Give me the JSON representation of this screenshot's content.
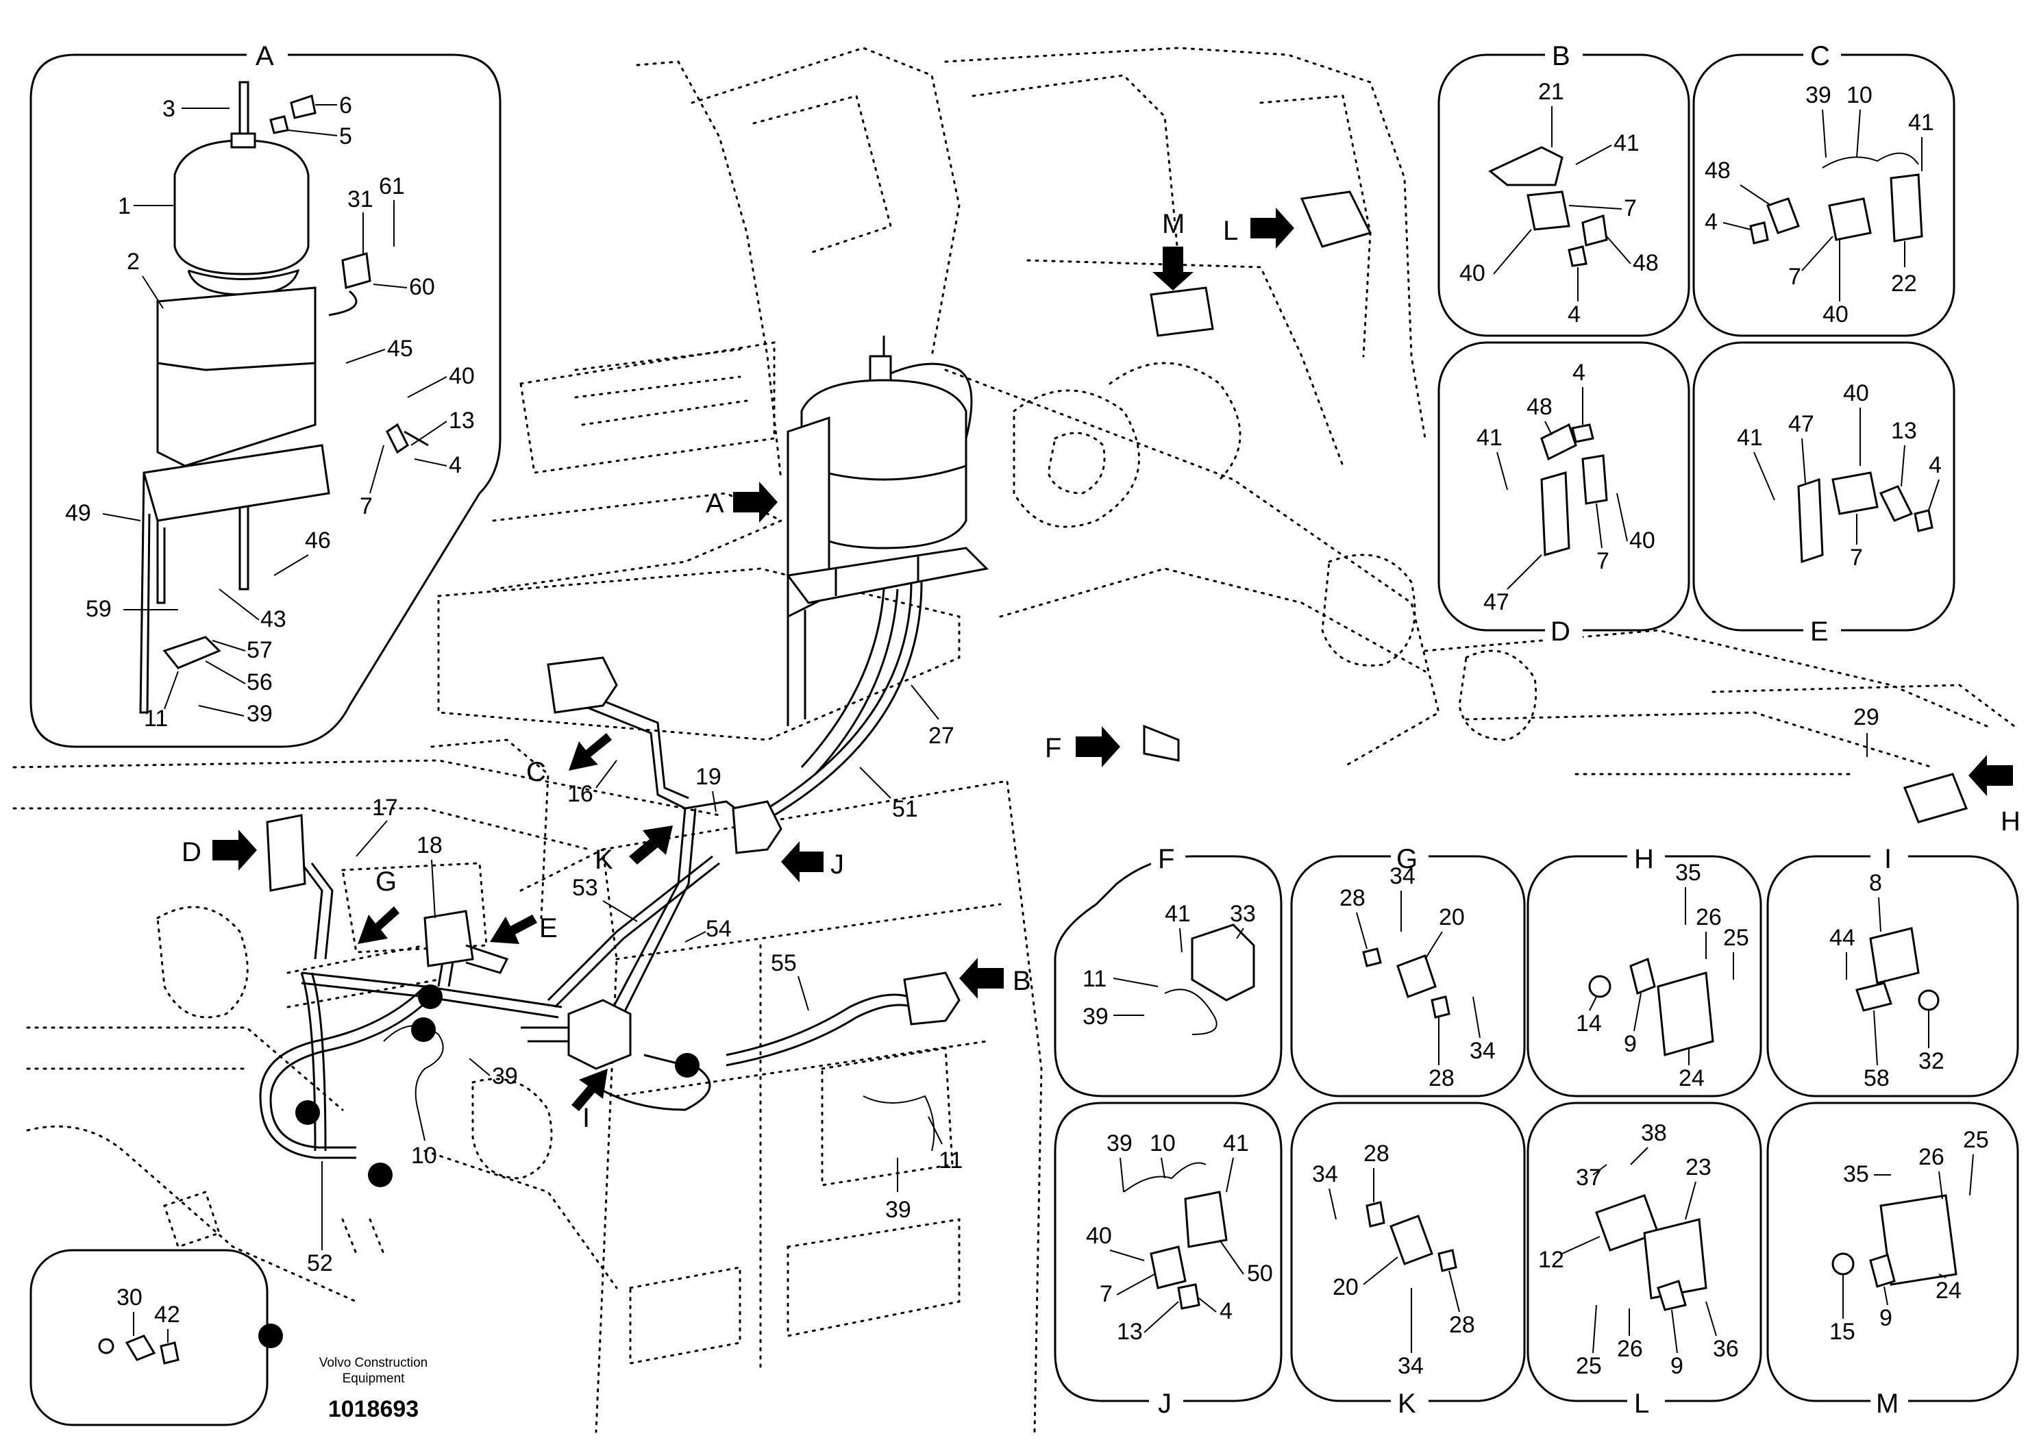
{
  "panels": [
    {
      "letter": "A"
    },
    {
      "letter": "B"
    },
    {
      "letter": "C"
    },
    {
      "letter": "D"
    },
    {
      "letter": "E"
    },
    {
      "letter": "F"
    },
    {
      "letter": "G"
    },
    {
      "letter": "H"
    },
    {
      "letter": "I"
    },
    {
      "letter": "J"
    },
    {
      "letter": "K"
    },
    {
      "letter": "L"
    },
    {
      "letter": "M"
    }
  ],
  "main_arrows": [
    "A",
    "B",
    "C",
    "D",
    "E",
    "F",
    "G",
    "H",
    "I",
    "J",
    "K",
    "L",
    "M"
  ],
  "callouts": {
    "panel_a": [
      "3",
      "6",
      "5",
      "1",
      "31",
      "61",
      "2",
      "60",
      "45",
      "40",
      "13",
      "4",
      "7",
      "49",
      "46",
      "59",
      "43",
      "57",
      "56",
      "11",
      "39"
    ],
    "panel_b": [
      "21",
      "41",
      "7",
      "40",
      "48",
      "4"
    ],
    "panel_c": [
      "39",
      "10",
      "41",
      "48",
      "4",
      "7",
      "22",
      "40"
    ],
    "panel_d": [
      "48",
      "4",
      "41",
      "40",
      "7",
      "47"
    ],
    "panel_e": [
      "41",
      "47",
      "40",
      "13",
      "4",
      "7"
    ],
    "panel_f": [
      "41",
      "33",
      "11",
      "39"
    ],
    "panel_g": [
      "28",
      "34",
      "20",
      "34",
      "28"
    ],
    "panel_h": [
      "35",
      "26",
      "25",
      "14",
      "9",
      "24"
    ],
    "panel_i": [
      "44",
      "8",
      "58",
      "32"
    ],
    "panel_j": [
      "39",
      "10",
      "41",
      "40",
      "50",
      "7",
      "13",
      "4"
    ],
    "panel_k": [
      "34",
      "28",
      "20",
      "34",
      "28"
    ],
    "panel_l": [
      "38",
      "37",
      "23",
      "12",
      "25",
      "26",
      "9",
      "36"
    ],
    "panel_m": [
      "35",
      "26",
      "25",
      "15",
      "9",
      "24"
    ],
    "main": [
      "17",
      "18",
      "16",
      "19",
      "27",
      "51",
      "53",
      "54",
      "55",
      "10",
      "39",
      "11",
      "39",
      "52",
      "29"
    ],
    "legend": [
      "30",
      "42"
    ]
  },
  "footer": {
    "company_line1": "Volvo Construction",
    "company_line2": "Equipment",
    "drawing_number": "1018693"
  }
}
